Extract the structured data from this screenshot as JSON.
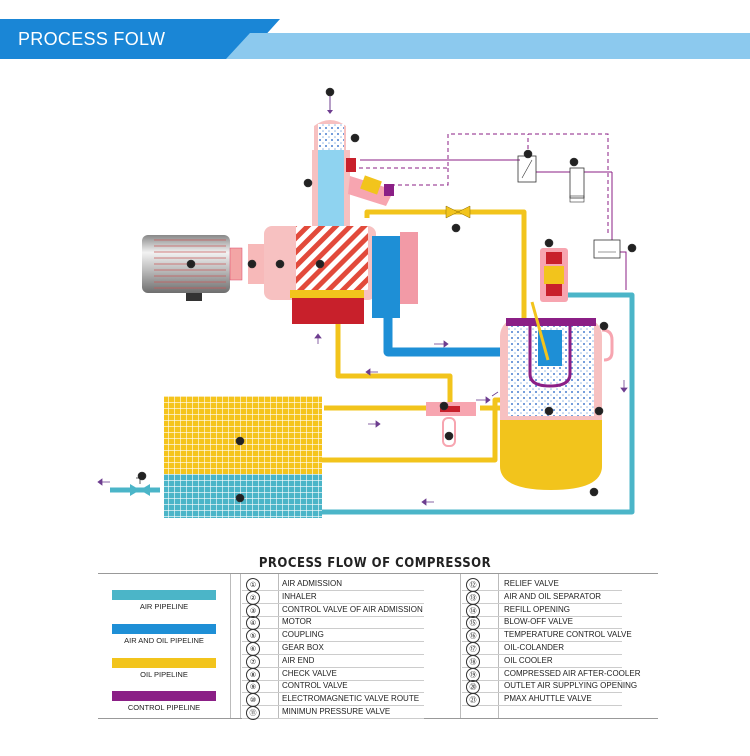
{
  "header": {
    "title": "PROCESS FOLW"
  },
  "colors": {
    "air_pipeline": "#4bb5c8",
    "air_oil_pipeline": "#1e8fd6",
    "oil_pipeline": "#f2c41c",
    "control_pipeline": "#8b1f86",
    "banner_blue": "#1a86d6",
    "banner_light": "#8cc9ee"
  },
  "diagram": {
    "nodes": [
      {
        "n": "①",
        "label": "AIR ADMISSION"
      },
      {
        "n": "②",
        "label": "INHALER"
      },
      {
        "n": "③",
        "label": "CONTROL VALVE OF AIR ADMISSION"
      },
      {
        "n": "④",
        "label": "MOTOR"
      },
      {
        "n": "⑤",
        "label": "COUPLING"
      },
      {
        "n": "⑥",
        "label": "GEAR BOX"
      },
      {
        "n": "⑦",
        "label": "AIR END"
      }
    ]
  },
  "legend": {
    "title": "PROCESS FLOW OF COMPRESSOR",
    "pipelines": [
      {
        "label": "AIR PIPELINE",
        "color_key": "air_pipeline"
      },
      {
        "label": "AIR AND OIL PIPELINE",
        "color_key": "air_oil_pipeline"
      },
      {
        "label": "OIL PIPELINE",
        "color_key": "oil_pipeline"
      },
      {
        "label": "CONTROL PIPELINE",
        "color_key": "control_pipeline"
      }
    ],
    "items_left": [
      {
        "n": "①",
        "label": "AIR ADMISSION"
      },
      {
        "n": "②",
        "label": "INHALER"
      },
      {
        "n": "③",
        "label": "CONTROL VALVE OF AIR ADMISSION"
      },
      {
        "n": "④",
        "label": "MOTOR"
      },
      {
        "n": "⑤",
        "label": "COUPLING"
      },
      {
        "n": "⑥",
        "label": "GEAR BOX"
      },
      {
        "n": "⑦",
        "label": "AIR END"
      },
      {
        "n": "⑧",
        "label": "CHECK VALVE"
      },
      {
        "n": "⑨",
        "label": "CONTROL VALVE"
      },
      {
        "n": "⑩",
        "label": "ELECTROMAGNETIC VALVE ROUTE"
      },
      {
        "n": "⑪",
        "label": "MINIMUN PRESSURE VALVE"
      }
    ],
    "items_right": [
      {
        "n": "⑫",
        "label": "RELIEF VALVE"
      },
      {
        "n": "⑬",
        "label": "AIR AND OIL SEPARATOR"
      },
      {
        "n": "⑭",
        "label": "REFILL OPENING"
      },
      {
        "n": "⑮",
        "label": "BLOW-OFF VALVE"
      },
      {
        "n": "⑯",
        "label": "TEMPERATURE CONTROL VALVE"
      },
      {
        "n": "⑰",
        "label": "OIL-COLANDER"
      },
      {
        "n": "⑱",
        "label": "OIL COOLER"
      },
      {
        "n": "⑲",
        "label": "COMPRESSED AIR AFTER-COOLER"
      },
      {
        "n": "⑳",
        "label": "OUTLET AIR SUPPLYING OPENING"
      },
      {
        "n": "㉑",
        "label": "PMAX AHUTTLE VALVE"
      }
    ]
  }
}
